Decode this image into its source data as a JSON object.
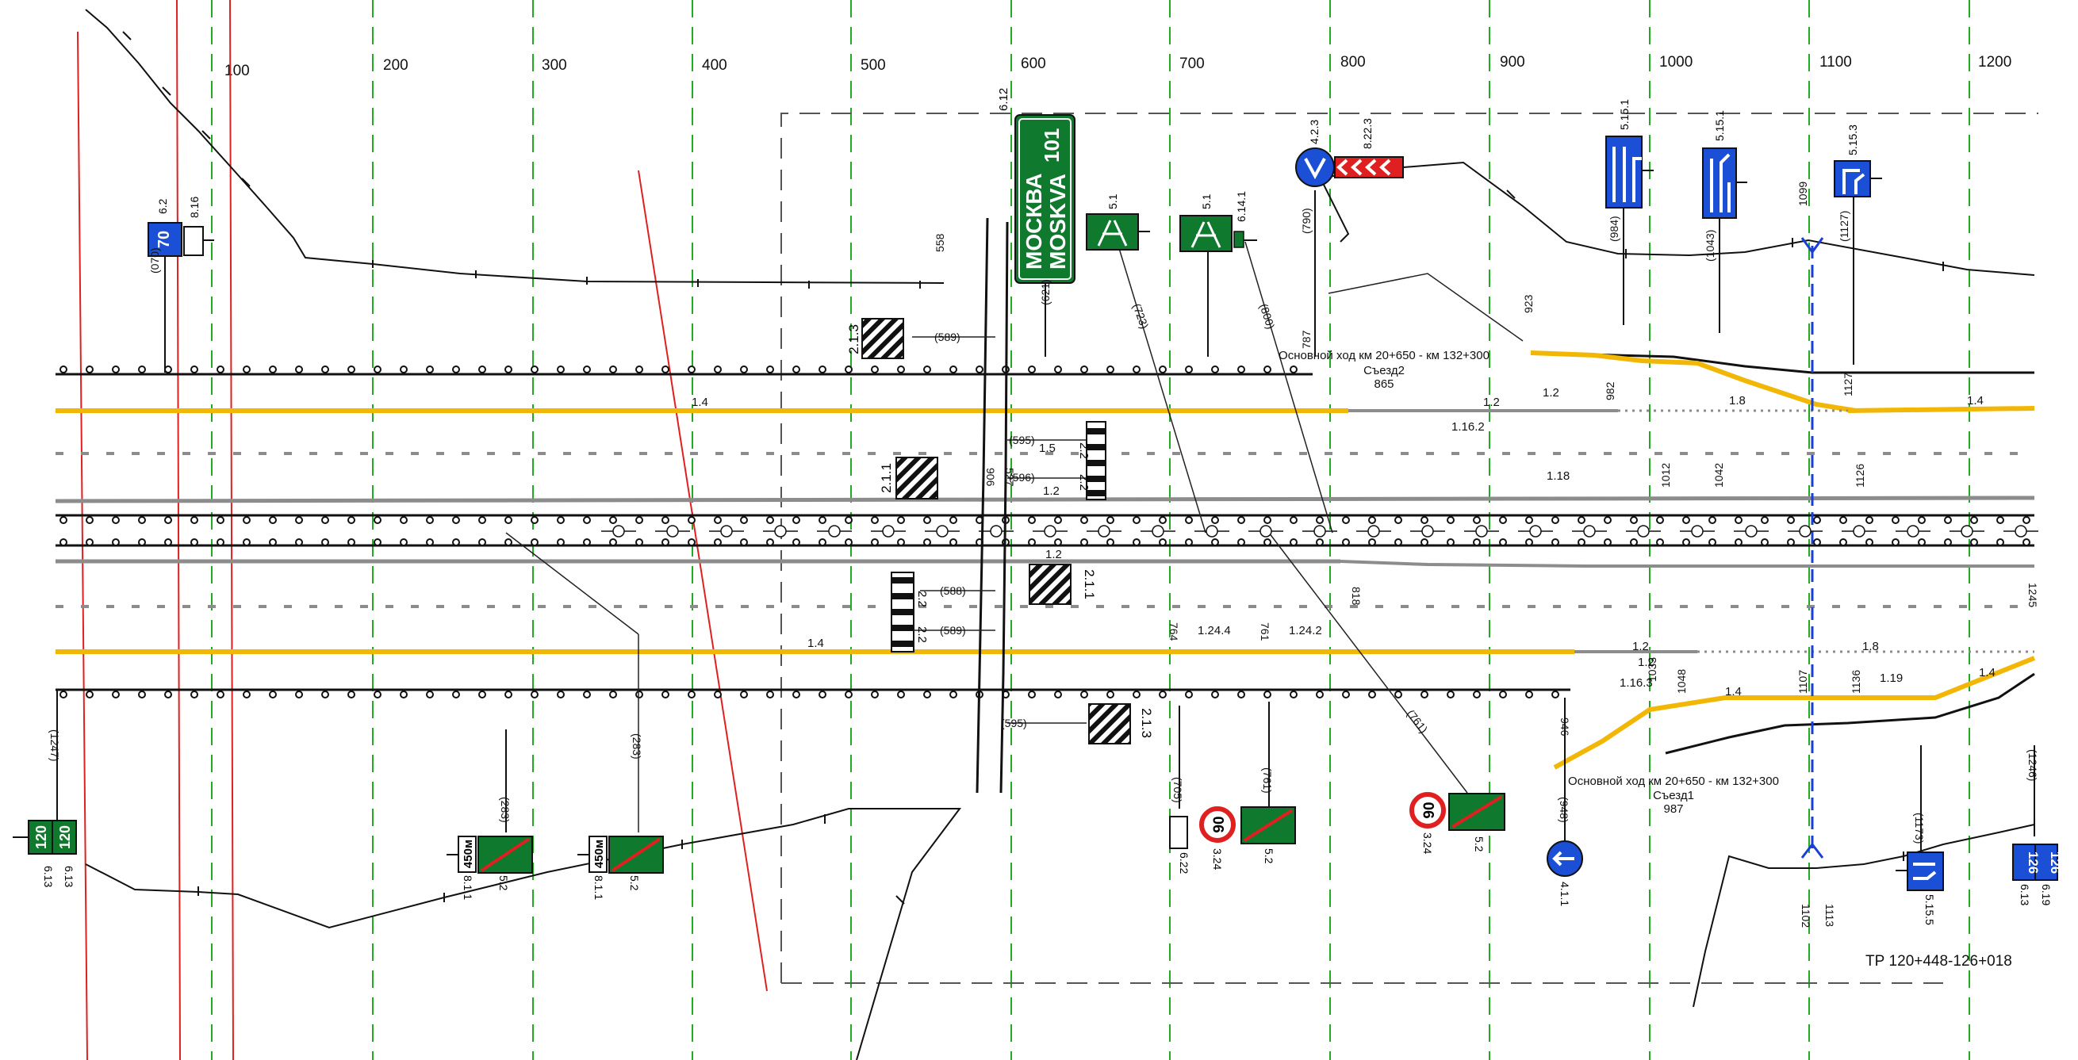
{
  "scale_labels": [
    "100",
    "200",
    "300",
    "400",
    "500",
    "600",
    "700",
    "800",
    "900",
    "1000",
    "1100",
    "1200"
  ],
  "route": {
    "text": "Основной ход км 20+650 - км 132+300",
    "exit2": "Съезд2",
    "exit2_pk": "865",
    "exit1": "Съезд1",
    "exit1_pk": "987"
  },
  "sheet_range": "ТР 120+448-126+018",
  "marking_labels": {
    "m_1_4": "1.4",
    "m_1_2": "1.2",
    "m_1_8": "1.8",
    "m_1_5": "1.5",
    "m_1_16_2": "1.16.2",
    "m_1_16_3": "1.16.3",
    "m_1_18": "1.18",
    "m_1_19": "1.19",
    "m_1_24_4": "1.24.4",
    "m_1_24_2": "1.24.2"
  },
  "offsets": {
    "o558": "558",
    "o589": "(589)",
    "o595": "(595)",
    "o596": "(596)",
    "o588": "(588)",
    "o723": "(723)",
    "o800": "(800)",
    "o761": "(761)",
    "o283": "(283)",
    "o705": "(705)",
    "o948": "(948)",
    "o1173": "(1173)",
    "o1247": "(1247)",
    "o1246": "(1246)",
    "o070": "(070)",
    "o621": "(621)",
    "o790": "(790)",
    "o787": "787",
    "o923": "923",
    "o984": "(984)",
    "o1043": "(1043)",
    "o1127": "(1127)",
    "o1099": "1099",
    "o818": "818",
    "o764": "764",
    "o761b": "761",
    "o1012": "1012",
    "o1042": "1042",
    "o1126": "1126",
    "o1127b": "1127",
    "o982": "982",
    "o1033": "1033",
    "o1048": "1048",
    "o1107": "1107",
    "o1136": "1136",
    "o1102": "1102",
    "o1113": "1113",
    "o1245": "1245",
    "o946": "946",
    "o906": "906",
    "o527": "527"
  },
  "hatch_labels": {
    "h213a": "2.1.3",
    "h211a": "2.1.1",
    "h211b": "2.1.1",
    "h213b": "2.1.3"
  },
  "crossing_labels": {
    "c22": "2.2"
  },
  "signs": {
    "moscow": {
      "line1": "МОСКВА",
      "line2": "MOSKVA",
      "num": "101",
      "code": "6.12"
    },
    "s70": {
      "value": "70",
      "code": "6.2",
      "code2": "8.16"
    },
    "s51a": {
      "code": "5.1"
    },
    "s51b": {
      "code": "5.1",
      "code2": "6.14.1"
    },
    "s423": {
      "code": "4.2.3",
      "code2": "8.22.3"
    },
    "s5151": {
      "code": "5.15.1"
    },
    "s5151b": {
      "code": "5.15.1"
    },
    "s5153": {
      "code": "5.15.3"
    },
    "s120": {
      "value": "120",
      "code": "6.13",
      "code2": "6.13"
    },
    "s450a": {
      "value": "450м",
      "code": "8.1.1",
      "code2": "5.2"
    },
    "s450b": {
      "value": "450м",
      "code": "8.1.1",
      "code2": "5.2"
    },
    "s90a": {
      "value": "90",
      "code": "3.24",
      "code2": "6.22",
      "code3": "5.2"
    },
    "s90b": {
      "value": "90",
      "code": "3.24",
      "code2": "5.2"
    },
    "s411": {
      "code": "4.1.1"
    },
    "s5155": {
      "code": "5.15.5"
    },
    "s126": {
      "value": "126",
      "code": "6.13",
      "code2": "6.19"
    }
  },
  "colors": {
    "yellow": "#f2b705",
    "green_grid": "#22aa22",
    "red": "#e02020",
    "sign_blue": "#1a4fd6",
    "sign_green": "#0f7a2e",
    "grey": "#8c8c8c"
  }
}
